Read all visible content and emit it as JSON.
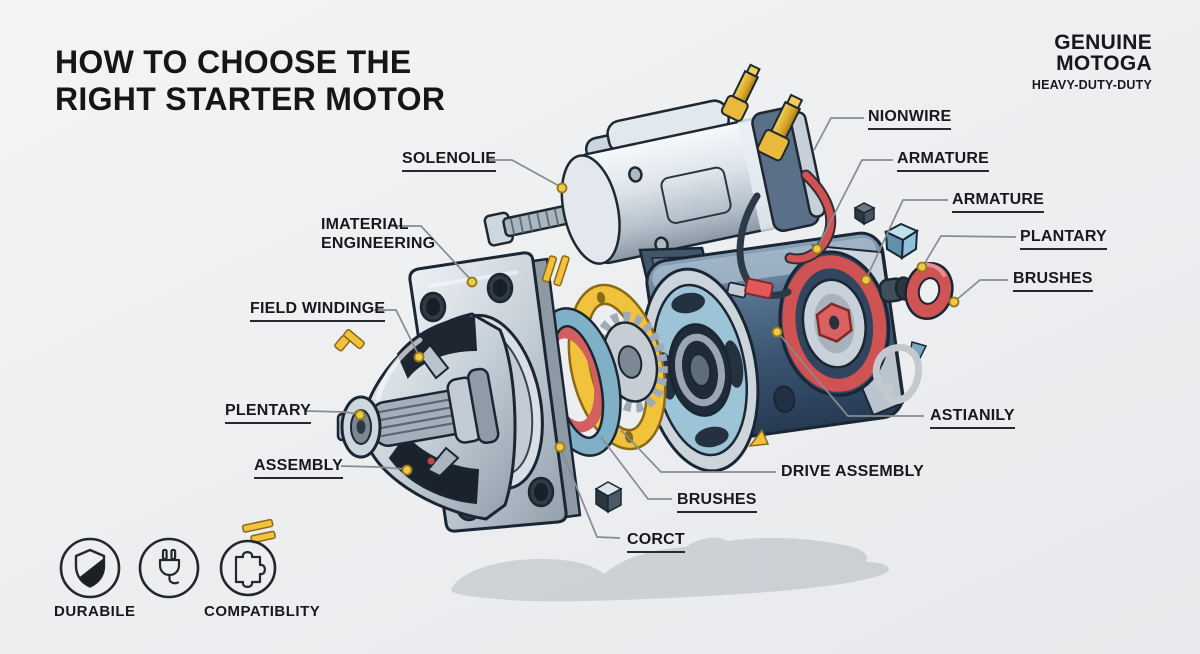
{
  "header": {
    "title_line1": "HOW TO CHOOSE THE",
    "title_line2": "RIGHT STARTER MOTOR"
  },
  "brand": {
    "name_line1": "GENUINE",
    "name_line2": "MOTOGA",
    "tagline": "HEAVY-DUTY-DUTY"
  },
  "part_labels": {
    "solenoid": "SOLENOLIE",
    "nionwire": "NIONWIRE",
    "armature_top": "ARMATURE",
    "armature_mid": "ARMATURE",
    "plantary_right": "PLANTARY",
    "brushes_right": "BRUSHES",
    "material_line1": "IMATERIAL",
    "material_line2": "ENGINEERING",
    "field_windings": "FIELD WINDINGE",
    "plentary_left": "PLENTARY",
    "assembly": "ASSEMBLY",
    "drive_assembly": "DRIVE ASSEMBLY",
    "brushes_bottom": "BRUSHES",
    "corct": "CORCT",
    "astianily": "ASTIANILY"
  },
  "features": {
    "durability": "DURABILE",
    "compatibility": "COMPATIBLITY"
  },
  "colors": {
    "background": "#edeff1",
    "ink": "#17191c",
    "accent_yellow": "#f1c23c",
    "motor_slate": "#3f566f",
    "ring_teal": "#7fb0c6",
    "accent_red": "#d05252",
    "silver": "#c5ced6",
    "leader_gray": "#868c92",
    "dot_yellow": "#eecb44"
  }
}
